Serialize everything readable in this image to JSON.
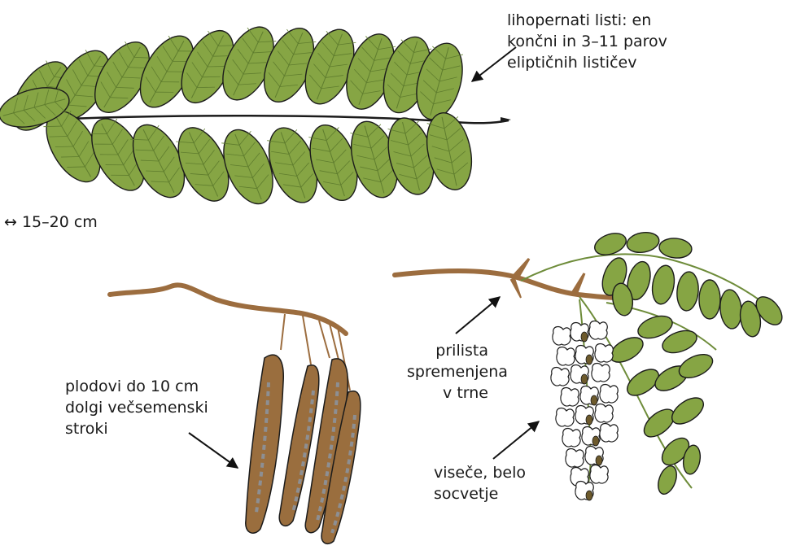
{
  "labels": {
    "leaf": [
      "lihopernati listi: en",
      "končni in 3–11 parov",
      "eliptičnih lističev"
    ],
    "scale": "↔ 15–20 cm",
    "pods": [
      "plodovi do 10 cm",
      "dolgi večsemenski",
      "stroki"
    ],
    "thorns": [
      "prilista",
      "spremenjena",
      "v trne"
    ],
    "flowers": [
      "viseče, belo",
      "socvetje"
    ]
  },
  "colors": {
    "leaflet": "#86a544",
    "leaflet_vein": "#5f7d2e",
    "outline": "#1b1b1b",
    "branch": "#9c6d3f",
    "pod": "#9a6e3e",
    "pod_seed": "#8d8f93",
    "twig_green": "#6e8c3a",
    "flower": "#ffffff",
    "bud": "#6d5a2c"
  }
}
